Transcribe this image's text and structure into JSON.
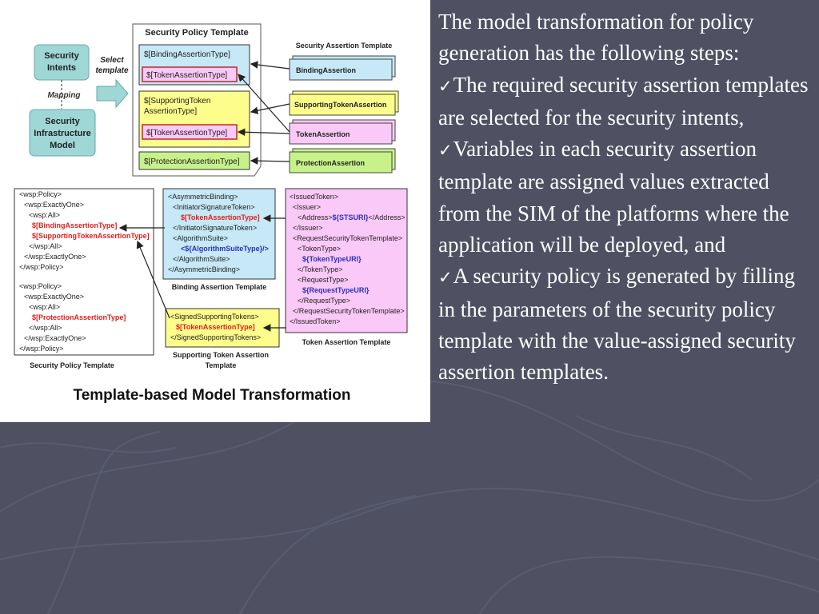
{
  "figure": {
    "caption": "Template-based Model Transformation",
    "security_intents": "Security Intents",
    "mapping": "Mapping",
    "sim_model": "Security Infrastructure Model",
    "select_template": "Select template",
    "spt_title": "Security Policy Template",
    "spt_rows": [
      "$[BindingAssertionType]",
      "$[TokenAssertionType]",
      "$[SupportingToken AssertionType]",
      "$[TokenAssertionType]",
      "$[ProtectionAssertionType]"
    ],
    "sat_title": "Security Assertion Template",
    "sat_items": [
      "BindingAssertion",
      "SupportingTokenAssertion",
      "TokenAssertion",
      "ProtectionAssertion"
    ],
    "policy_box": {
      "lines": [
        "<wsp:Policy>",
        "<wsp:ExactlyOne>",
        "<wsp:All>",
        "$[BindingAssertionType]",
        "$[SupportingTokenAssertionType]",
        "</wsp:All>",
        "</wsp:ExactlyOne>",
        "</wsp:Policy>",
        "<wsp:Policy>",
        "<wsp:ExactlyOne>",
        "<wsp:All>",
        "$[ProtectionAssertionType]",
        "</wsp:All>",
        "</wsp:ExactlyOne>",
        "</wsp:Policy>"
      ],
      "label": "Security Policy Template"
    },
    "binding_box": {
      "lines": [
        "<AsymmetricBinding>",
        "<InitiatorSignatureToken>",
        "$[TokenAssertionType]",
        "</InitiatorSignatureToken>",
        "<AlgorithmSuite>",
        "<${AlgorithmSuiteType}/>",
        "</AlgorithmSuite>",
        "</AsymmetricBinding>"
      ],
      "label": "Binding Assertion Template"
    },
    "token_box": {
      "lines": [
        "<IssuedToken>",
        "<Issuer>",
        "<Address>${STSURI}</Address>",
        "</Issuer>",
        "<RequestSecurityTokenTemplate>",
        "<TokenType>",
        "${TokenTypeURI}",
        "</TokenType>",
        "<RequestType>",
        "${RequestTypeURI}",
        "</RequestType>",
        "</RequestSecurityTokenTemplate>",
        "</IssuedToken>"
      ],
      "label": "Token Assertion Template"
    },
    "support_box": {
      "lines": [
        "<SignedSupportingTokens>",
        "$[TokenAssertionType]",
        "</SignedSupportingTokens>"
      ],
      "label_line1": "Supporting Token Assertion",
      "label_line2": "Template"
    }
  },
  "text": {
    "intro": "The model transformation for policy generation has the following steps:",
    "check_glyph": "✓",
    "items": [
      "The required security assertion templates are selected for the security intents,",
      "Variables in each security assertion template are assigned values extracted from the SIM of the platforms where the application will be deployed, and",
      "A security policy is generated by filling in the parameters of the security policy template with the value-assigned security assertion templates."
    ]
  },
  "colors": {
    "background": "#4f5163",
    "light_blue": "#c6e8f7",
    "yellow": "#fdfd8c",
    "pink": "#fbc9f7",
    "green": "#c7f28a",
    "red_text": "#e0201b",
    "blue_text": "#2b2fc0"
  }
}
